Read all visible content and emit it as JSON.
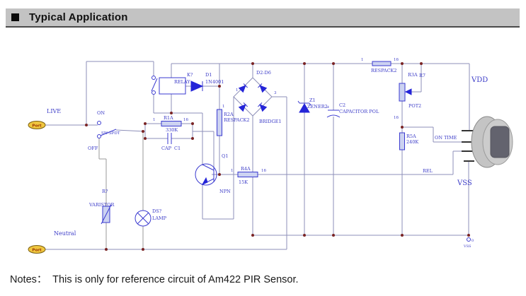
{
  "header": {
    "title": "Typical Application"
  },
  "notes": {
    "text": "Notes：  This is only for reference circuit of Am422 PIR Sensor."
  },
  "schematic": {
    "colors": {
      "wire": "#8d8fb8",
      "component": "#3a3ad0",
      "diode_fill": "#2525d8",
      "label_text": "#3c3cc8",
      "junction_dot": "#7a2424",
      "port_fill": "#f0c63f",
      "header_bg": "#c3c3c3",
      "sensor_body": "#c7c7c7",
      "sensor_window": "#63636e"
    },
    "ports": {
      "port1": "Port",
      "port2": "Port"
    },
    "labels": {
      "live": "LIVE",
      "neutral": "Neutral",
      "on": "ON",
      "off": "OFF",
      "sw_spdt": "SW-SPDT",
      "k": "K?",
      "relay": "RELAY",
      "d1": "D1",
      "d1_val": "1N4001",
      "d_bridge": "D2-D6",
      "bridge1": "BRIDGE1",
      "bridge_pin1": "1",
      "bridge_pin3": "3",
      "r2a": "R2A",
      "r2a_val": "RESPACK2",
      "r2a_pin1": "1",
      "r1a": "R1A",
      "r1a_val": "330K",
      "r1a_pin1": "1",
      "r1a_pin16": "16",
      "cap": "CAP",
      "c1": "C1",
      "q1": "Q1",
      "npn": "NPN",
      "r4a": "R4A",
      "r4a_val": "15K",
      "r4a_pin1": "1",
      "r4a_pin16": "16",
      "z1": "Z1",
      "z1_val": "ZENER2",
      "c2": "C2",
      "c2_val": "CAPACITOR POL",
      "c2_plus": "+",
      "respack_top": "RESPACK2",
      "respack_pin1": "1",
      "respack_pin16": "16",
      "r3a": "R3A",
      "r7": "R7",
      "pot2": "POT2",
      "pot_pin16": "16",
      "r5a": "R5A",
      "r5a_val": "240K",
      "on_time": "ON TIME",
      "rel": "REL",
      "vdd": "VDD",
      "vss": "VSS",
      "gnd_zero": "0",
      "gnd_vss": "VSS",
      "r_var": "R?",
      "varistor": "VARISTOR",
      "ds": "DS?",
      "lamp": "LAMP"
    }
  }
}
